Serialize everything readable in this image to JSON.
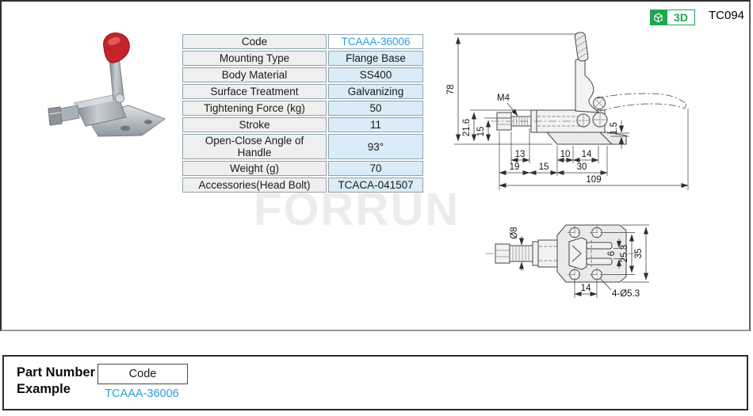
{
  "header": {
    "badge_3d_label": "3D",
    "page_code": "TC094"
  },
  "spec_table": {
    "rows": [
      {
        "label": "Code",
        "value": "TCAAA-36006"
      },
      {
        "label": "Mounting Type",
        "value": "Flange Base"
      },
      {
        "label": "Body Material",
        "value": "SS400"
      },
      {
        "label": "Surface Treatment",
        "value": "Galvanizing"
      },
      {
        "label": "Tightening Force (kg)",
        "value": "50"
      },
      {
        "label": "Stroke",
        "value": "11"
      },
      {
        "label": "Open-Close Angle of Handle",
        "value": "93°"
      },
      {
        "label": "Weight (g)",
        "value": "70"
      },
      {
        "label": "Accessories(Head Bolt)",
        "value": "TCACA-041507"
      }
    ]
  },
  "watermark": {
    "text": "FORRUN"
  },
  "drawing": {
    "side_view": {
      "dim_total_height": "78",
      "dim_body_height": "21.6",
      "dim_rod_height": "15",
      "thread_label": "M4",
      "dim_step": "1.5",
      "dim_13": "13",
      "dim_10": "10",
      "dim_14": "14",
      "dim_19": "19",
      "dim_h15": "15",
      "dim_30": "30",
      "dim_109": "109"
    },
    "top_view": {
      "rod_dia": "Ø8",
      "dim_6": "6",
      "dim_25_3": "25.3",
      "dim_35": "35",
      "dim_14": "14",
      "holes_label": "4-Ø5.3"
    }
  },
  "part_number_example": {
    "title_line1": "Part Number",
    "title_line2": "Example",
    "code_label": "Code",
    "code_value": "TCAAA-36006"
  },
  "colors": {
    "accent_blue": "#2b9fd9",
    "badge_green": "#1fa750"
  }
}
